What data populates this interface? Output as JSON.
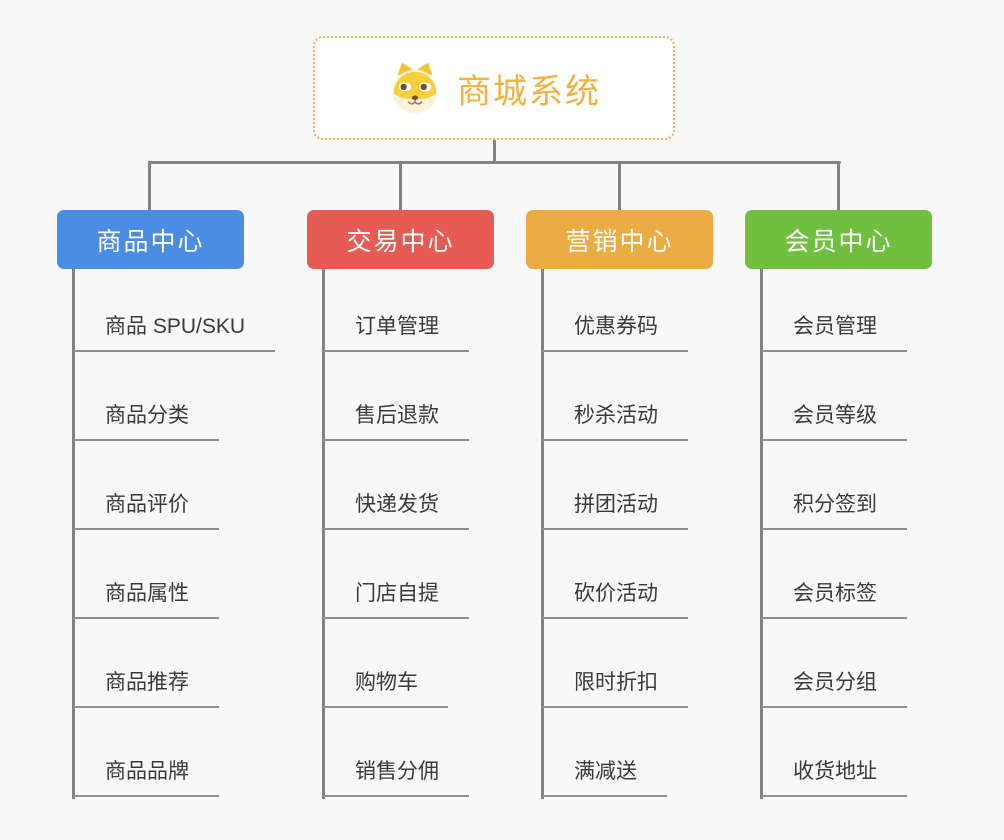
{
  "root": {
    "title": "商城系统",
    "icon": "shiba-dog-icon"
  },
  "colors": {
    "background": "#f8f8f8",
    "root_border": "#f2b05c",
    "root_title": "#f2b241",
    "connector_gray": "#828282",
    "child_text": "#3a3a3a",
    "branch_product": "#4b8de4",
    "branch_trade": "#e65c55",
    "branch_marketing": "#ebac43",
    "branch_member": "#71bf41"
  },
  "branches": [
    {
      "label": "商品中心",
      "color": "#4b8de4",
      "children": [
        "商品 SPU/SKU",
        "商品分类",
        "商品评价",
        "商品属性",
        "商品推荐",
        "商品品牌"
      ]
    },
    {
      "label": "交易中心",
      "color": "#e65c55",
      "children": [
        "订单管理",
        "售后退款",
        "快递发货",
        "门店自提",
        "购物车",
        "销售分佣"
      ]
    },
    {
      "label": "营销中心",
      "color": "#ebac43",
      "children": [
        "优惠券码",
        "秒杀活动",
        "拼团活动",
        "砍价活动",
        "限时折扣",
        "满减送"
      ]
    },
    {
      "label": "会员中心",
      "color": "#71bf41",
      "children": [
        "会员管理",
        "会员等级",
        "积分签到",
        "会员标签",
        "会员分组",
        "收货地址"
      ]
    }
  ]
}
